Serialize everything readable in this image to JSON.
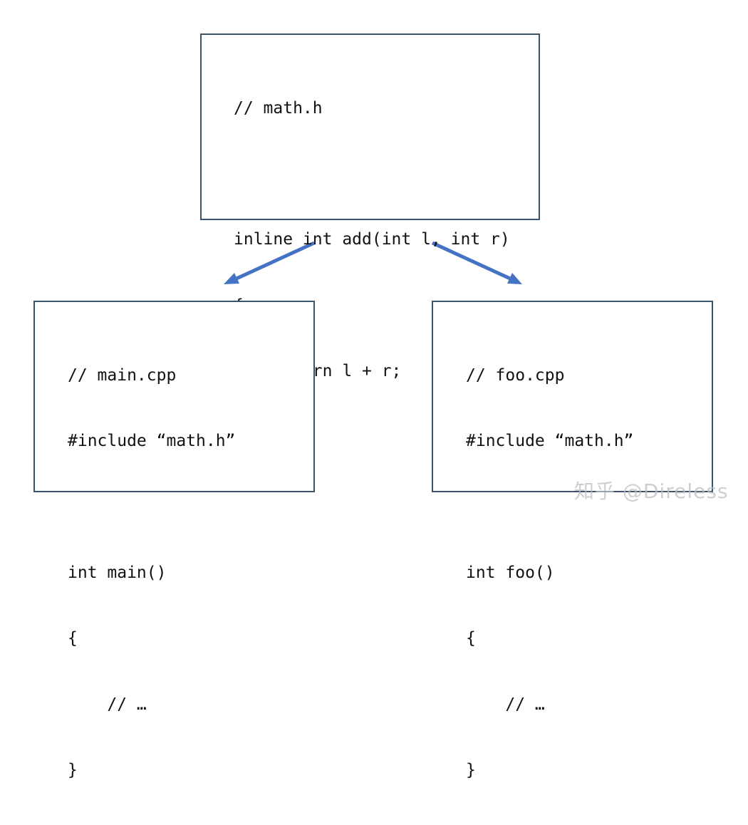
{
  "colors": {
    "box_border": "#3a5470",
    "arrow": "#4472c4",
    "code_text": "#111111",
    "watermark": "#bebebe"
  },
  "header_box": {
    "lines": [
      "// math.h",
      "",
      "inline int add(int l, int r)",
      "{",
      "    return l + r;",
      "}"
    ]
  },
  "main_box": {
    "lines": [
      "// main.cpp",
      "#include “math.h”",
      "",
      "int main()",
      "{",
      "    // …",
      "}"
    ]
  },
  "foo_box": {
    "lines": [
      "// foo.cpp",
      "#include “math.h”",
      "",
      "int foo()",
      "{",
      "    // …",
      "}"
    ]
  },
  "watermark": {
    "text": "知乎 @Direless"
  }
}
